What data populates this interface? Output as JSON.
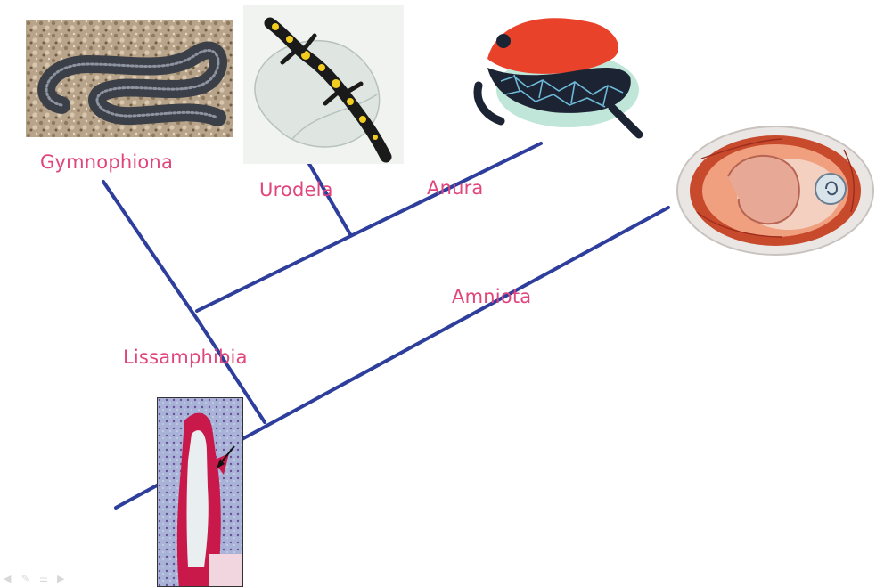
{
  "tree": {
    "taxa": {
      "gymnophiona": "Gymnophiona",
      "urodela": "Urodela",
      "anura": "Anura",
      "amniota": "Amniota"
    },
    "clades": {
      "lissamphibia": "Lissamphibia"
    },
    "images": {
      "gymnophiona": "caecilian",
      "urodela": "fire-salamander",
      "anura": "poison-dart-frog",
      "amniota": "embryo-in-egg",
      "root": "tooth-histology-section"
    }
  },
  "colors": {
    "branch": "#2e3e9c",
    "label": "#e0457b"
  },
  "slide_controls": [
    "back-icon",
    "pencil-icon",
    "menu-icon",
    "forward-icon"
  ]
}
